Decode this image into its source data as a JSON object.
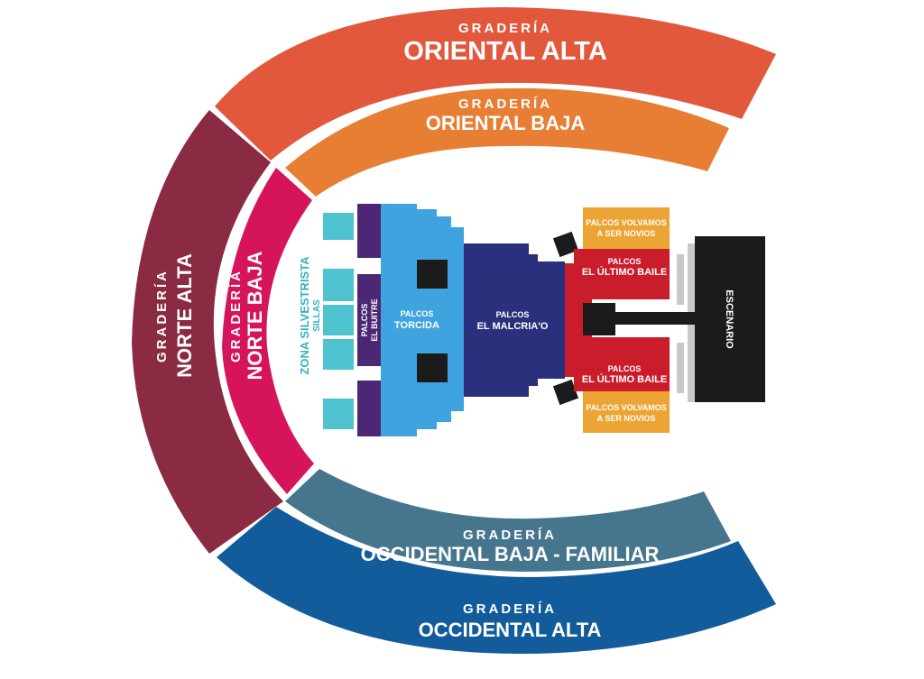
{
  "colors": {
    "oriental_alta": "#e1583d",
    "oriental_baja": "#e87e33",
    "norte_alta": "#8b2a43",
    "norte_baja": "#d6145b",
    "occidental_baja": "#46768d",
    "occidental_alta": "#135c9c",
    "silvestrista": "#4fc2cf",
    "silvestrista_text": "#36b2bf",
    "buitre": "#4c2773",
    "torcida": "#3fa3e0",
    "malcriao": "#2b307c",
    "ultimo_baile": "#c91d2b",
    "volvamos": "#eca435",
    "escenario": "#1b1b1b",
    "shadow": "#c8c8c8"
  },
  "sections": {
    "oriental_alta": {
      "line1": "GRADERÍA",
      "line2": "ORIENTAL ALTA"
    },
    "oriental_baja": {
      "line1": "GRADERÍA",
      "line2": "ORIENTAL BAJA"
    },
    "norte_alta": {
      "line1": "GRADERÍA",
      "line2": "NORTE ALTA"
    },
    "norte_baja": {
      "line1": "GRADERÍA",
      "line2": "NORTE BAJA"
    },
    "occidental_baja": {
      "line1": "GRADERÍA",
      "line2": "OCCIDENTAL BAJA - FAMILIAR"
    },
    "occidental_alta": {
      "line1": "GRADERÍA",
      "line2": "OCCIDENTAL ALTA"
    }
  },
  "field": {
    "silvestrista": {
      "line1": "ZONA SILVESTRISTA",
      "line2": "SILLAS"
    },
    "buitre": {
      "line1": "PALCOS",
      "line2": "EL BUITRE"
    },
    "torcida": {
      "line1": "PALCOS",
      "line2": "TORCIDA"
    },
    "malcriao": {
      "line1": "PALCOS",
      "line2": "EL MALCRIA'O"
    },
    "ultimo_baile_top": {
      "line1": "PALCOS",
      "line2": "EL ÚLTIMO BAILE"
    },
    "ultimo_baile_bottom": {
      "line1": "PALCOS",
      "line2": "EL ÚLTIMO BAILE"
    },
    "volvamos_top": {
      "line1": "PALCOS VOLVAMOS",
      "line2": "A SER NOVIOS"
    },
    "volvamos_bottom": {
      "line1": "PALCOS VOLVAMOS",
      "line2": "A SER NOVIOS"
    },
    "escenario": {
      "label": "ESCENARIO"
    }
  }
}
